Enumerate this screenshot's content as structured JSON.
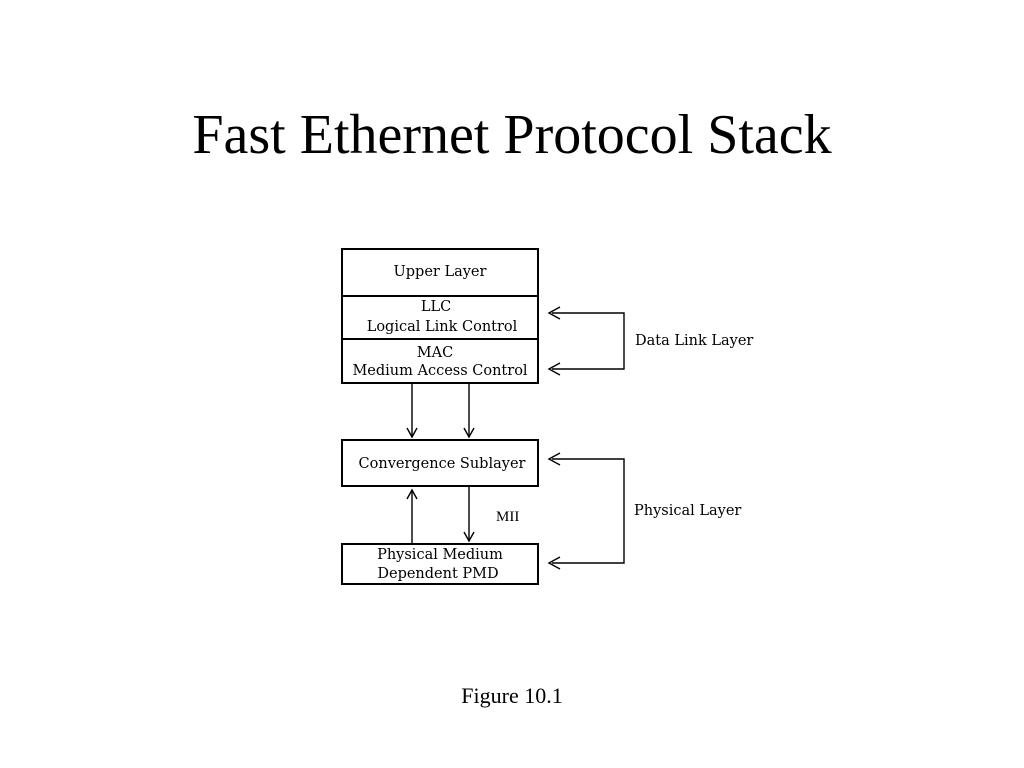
{
  "title": "Fast Ethernet Protocol Stack",
  "stack": {
    "upper_layer": "Upper Layer",
    "llc": {
      "abbr": "LLC",
      "full": "Logical Link Control"
    },
    "mac": {
      "abbr": "MAC",
      "full": "Medium Access Control"
    },
    "convergence": "Convergence Sublayer",
    "pmd": {
      "line1": "Physical Medium",
      "line2": "Dependent PMD"
    }
  },
  "interface_label": "MII",
  "groups": {
    "data_link": "Data Link Layer",
    "physical": "Physical Layer"
  },
  "caption": "Figure 10.1"
}
